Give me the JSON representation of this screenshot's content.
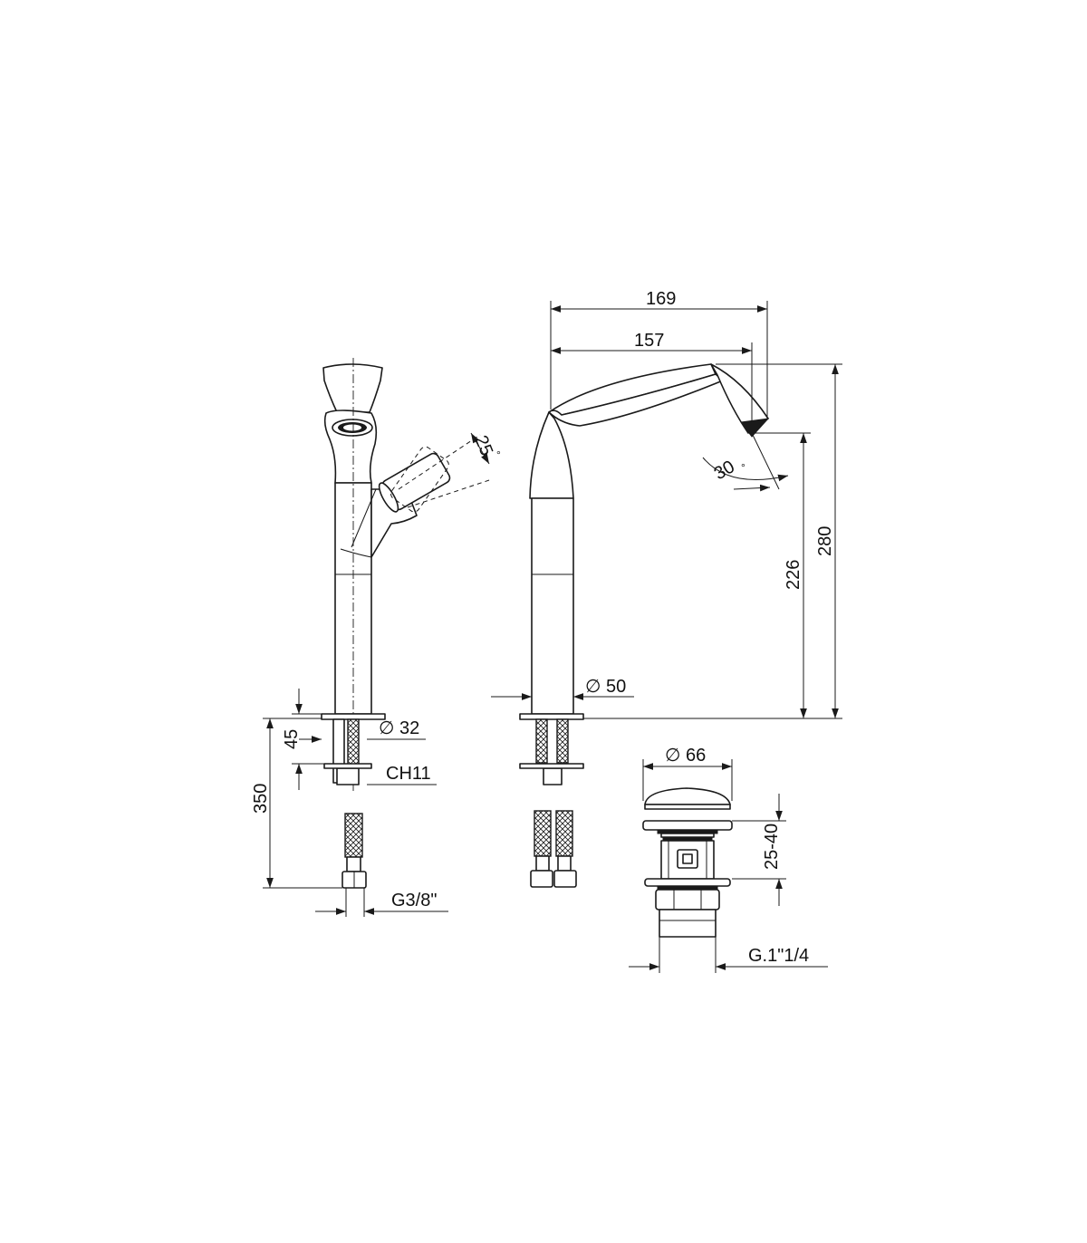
{
  "dimensions": {
    "overall_reach": "169",
    "spout_reach": "157",
    "overall_height": "280",
    "spout_height": "226",
    "handle_angle": "25",
    "spout_angle": "30",
    "degree_symbol": "°",
    "body_diameter_front": "∅ 32",
    "body_diameter_side": "∅ 50",
    "shank_length": "45",
    "hose_length": "350",
    "nut_size": "CH11",
    "hose_thread": "G3/8\"",
    "waste_cap_diameter": "∅ 66",
    "waste_adjust_range": "25-40",
    "waste_thread": "G.1\"1/4"
  },
  "colors": {
    "line": "#1a1a1a",
    "background": "#ffffff"
  }
}
